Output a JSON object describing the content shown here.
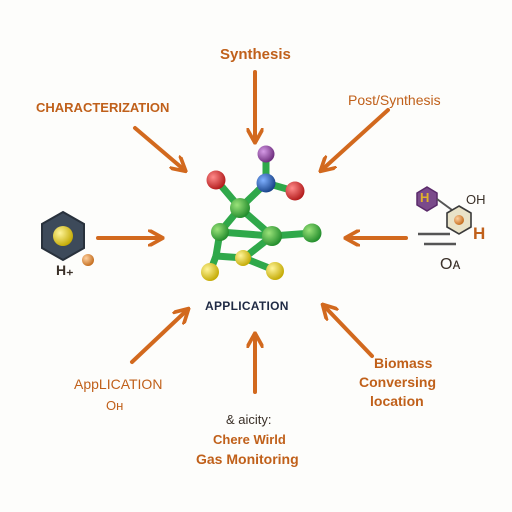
{
  "labels": {
    "top": "Synthesis",
    "top_left": "CHARACTERIZATION",
    "top_right": "Post/Synthesis",
    "center": "APPLICATION",
    "left_sub": "H₊",
    "right_sub": "Oᴀ",
    "bottom_left_1": "AppLICATION",
    "bottom_left_2": "Oʜ",
    "bottom_right_1": "Biomass",
    "bottom_right_2": "Conversing",
    "bottom_right_3": "location",
    "bottom_1": "& aicity:",
    "bottom_2": "Chere Wirld",
    "bottom_3": "Gas Monitoring",
    "right_mol_top": "H",
    "right_mol_oh": "OH",
    "right_mol_h": "H"
  },
  "colors": {
    "arrow": "#d2691e",
    "label_orange": "#c0601a",
    "bond": "#2fa84a",
    "atom_red": "#d42a2a",
    "atom_blue": "#1e5aa8",
    "atom_purple": "#8a3a9a",
    "atom_yellow": "#e3d21a",
    "atom_green": "#38b03a"
  }
}
